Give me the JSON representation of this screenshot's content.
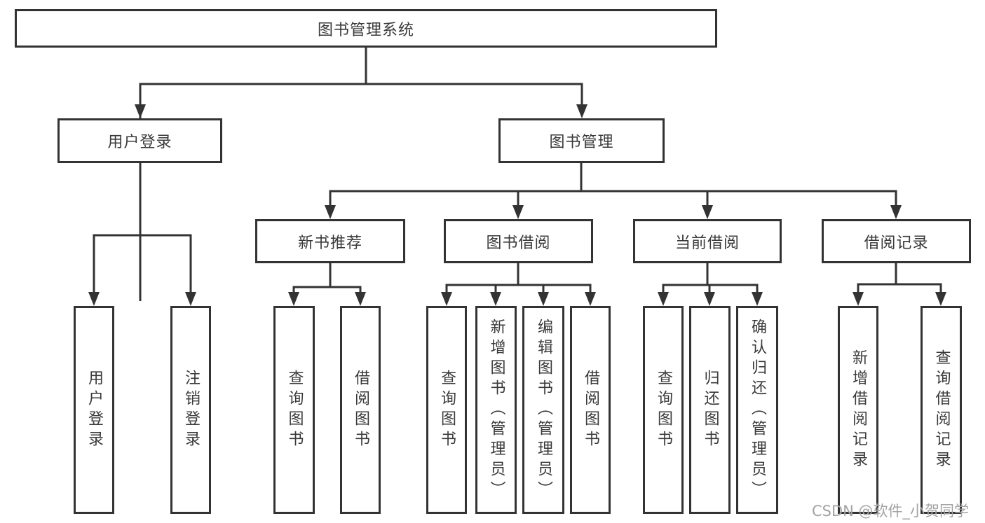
{
  "tree": {
    "label": "图书管理系统",
    "children": [
      {
        "label": "用户登录",
        "children": [
          {
            "label": "用户登录"
          },
          {
            "label": "注销登录"
          }
        ]
      },
      {
        "label": "图书管理",
        "children": [
          {
            "label": "新书推荐",
            "children": [
              {
                "label": "查询图书"
              },
              {
                "label": "借阅图书"
              }
            ]
          },
          {
            "label": "图书借阅",
            "children": [
              {
                "label": "查询图书"
              },
              {
                "label": "新增图书（管理员）"
              },
              {
                "label": "编辑图书（管理员）"
              },
              {
                "label": "借阅图书"
              }
            ]
          },
          {
            "label": "当前借阅",
            "children": [
              {
                "label": "查询图书"
              },
              {
                "label": "归还图书"
              },
              {
                "label": "确认归还（管理员）"
              }
            ]
          },
          {
            "label": "借阅记录",
            "children": [
              {
                "label": "新增借阅记录"
              },
              {
                "label": "查询借阅记录"
              }
            ]
          }
        ]
      }
    ]
  },
  "colors": {
    "line": "#333333",
    "text": "#3a3a3a",
    "watermark": "#a3a3a3"
  },
  "watermark": {
    "text": "CSDN @软件_小贺同学"
  }
}
